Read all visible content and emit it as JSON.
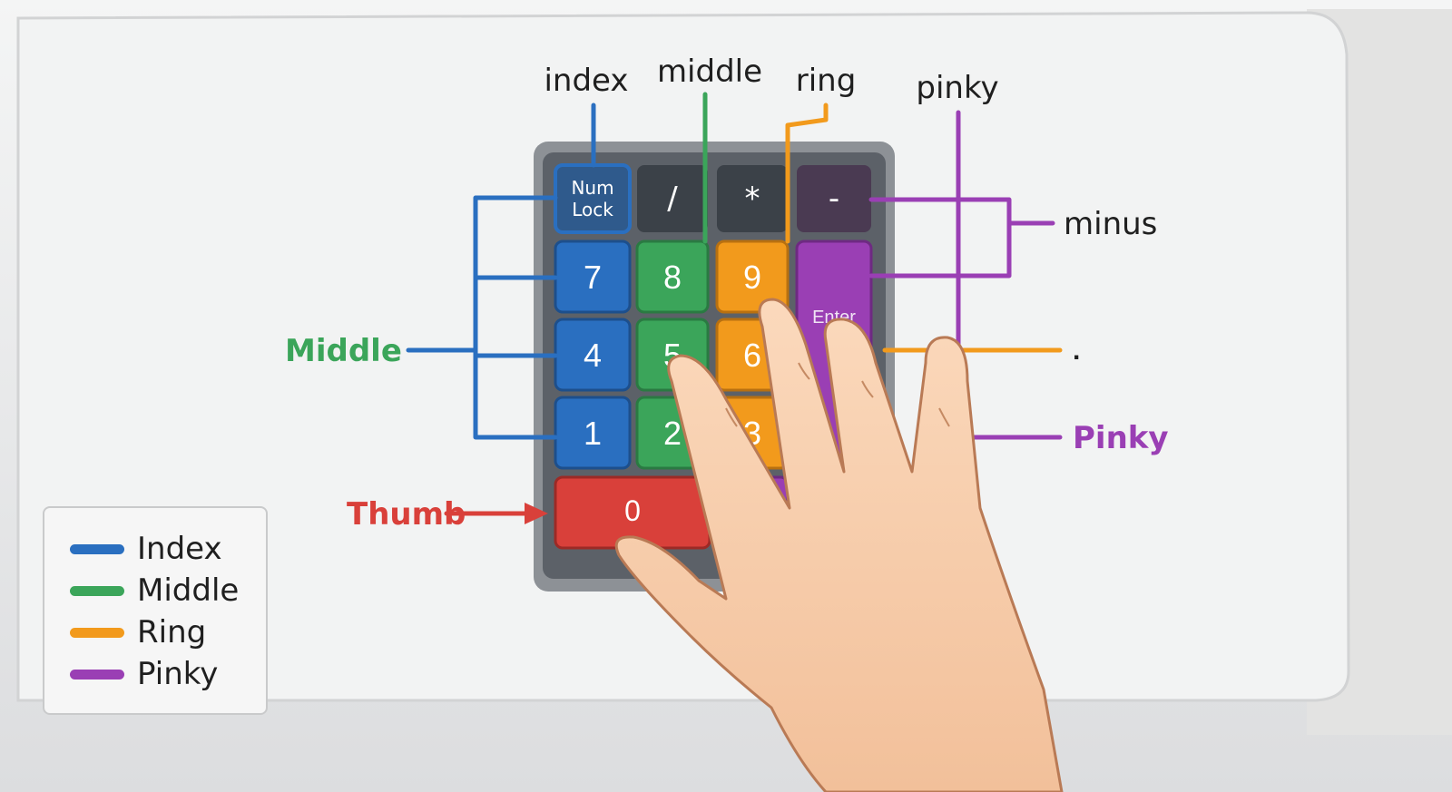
{
  "colors": {
    "index": "#2a6fc0",
    "middle": "#3ba55a",
    "ring": "#f29a1c",
    "pinky": "#9a3fb4",
    "thumb": "#d9403a",
    "dark_key": "#3b4148"
  },
  "labels": {
    "top_index": "index",
    "top_middle": "middle",
    "top_ring": "ring",
    "top_pinky": "pinky",
    "minus": "minus",
    "middle_group": "Middle",
    "pinky_group": "Pinky",
    "thumb": "Thumb",
    "decimal": "."
  },
  "keys": {
    "numlock_line1": "Num",
    "numlock_line2": "Lock",
    "slash": "/",
    "star": "*",
    "minus": "-",
    "seven": "7",
    "eight": "8",
    "nine": "9",
    "four": "4",
    "five": "5",
    "six": "6",
    "one": "1",
    "two": "2",
    "three": "3",
    "zero": "0",
    "enter": "Enter"
  },
  "legend": {
    "items": [
      {
        "label": "Index",
        "color": "#2a6fc0"
      },
      {
        "label": "Middle",
        "color": "#3ba55a"
      },
      {
        "label": "Ring",
        "color": "#f29a1c"
      },
      {
        "label": "Pinky",
        "color": "#9a3fb4"
      }
    ]
  }
}
